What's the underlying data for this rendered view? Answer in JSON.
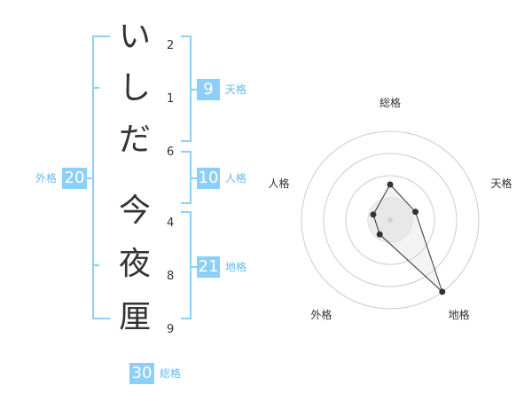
{
  "name": {
    "surname": [
      {
        "char": "い",
        "strokes": "2"
      },
      {
        "char": "し",
        "strokes": "1"
      },
      {
        "char": "だ",
        "strokes": "6"
      }
    ],
    "given": [
      {
        "char": "今",
        "strokes": "4"
      },
      {
        "char": "夜",
        "strokes": "8"
      },
      {
        "char": "厘",
        "strokes": "9"
      }
    ]
  },
  "kaku": {
    "tenkaku": {
      "value": "9",
      "label": "天格"
    },
    "jinkaku": {
      "value": "10",
      "label": "人格"
    },
    "chikaku": {
      "value": "21",
      "label": "地格"
    },
    "gaikaku": {
      "value": "20",
      "label": "外格"
    },
    "soukaku": {
      "value": "30",
      "label": "総格"
    }
  },
  "chart_data": {
    "type": "radar",
    "axes": [
      "総格",
      "天格",
      "地格",
      "外格",
      "人格"
    ],
    "values": [
      2,
      1.5,
      5,
      1,
      1
    ],
    "scale_max": 5,
    "rings": 4,
    "grid": true
  },
  "colors": {
    "accent": "#8ccff7",
    "accent_text": "#66bbee",
    "text": "#333333"
  }
}
